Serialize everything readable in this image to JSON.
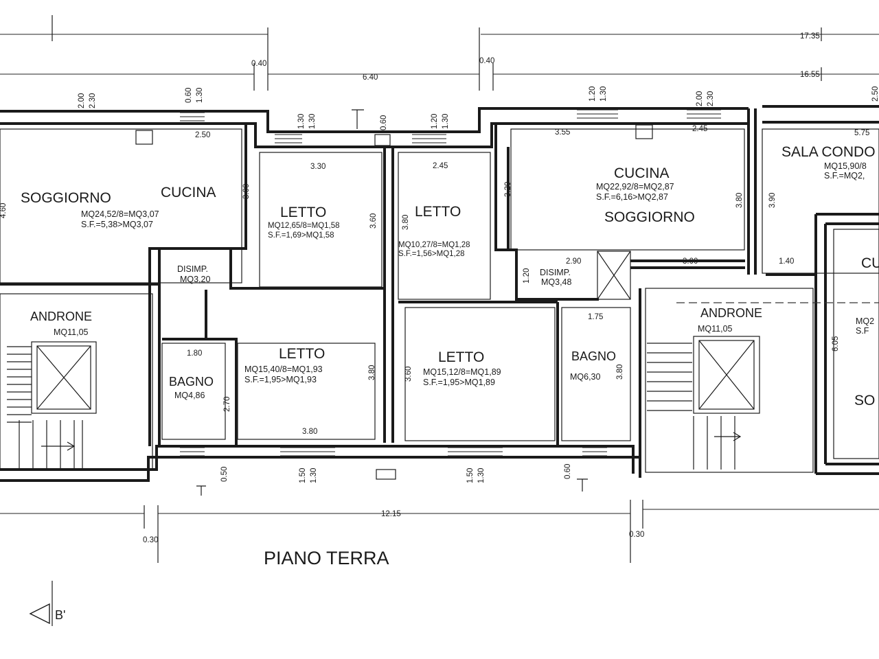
{
  "title": "PIANO TERRA",
  "section_marker": "B'",
  "rooms": [
    {
      "id": "soggiorno-left",
      "name": "SOGGIORNO"
    },
    {
      "id": "cucina-left",
      "name": "CUCINA",
      "area": "MQ24,52/8=MQ3,07",
      "sf": "S.F.=5,38>MQ3,07"
    },
    {
      "id": "letto-1",
      "name": "LETTO",
      "area": "MQ12,65/8=MQ1,58",
      "sf": "S.F.=1,69>MQ1,58"
    },
    {
      "id": "letto-2",
      "name": "LETTO",
      "area": "MQ10,27/8=MQ1,28",
      "sf": "S.F.=1,56>MQ1,28"
    },
    {
      "id": "cucina-right",
      "name": "CUCINA",
      "area": "MQ22,92/8=MQ2,87",
      "sf": "S.F.=6,16>MQ2,87",
      "extra": "SOGGIORNO"
    },
    {
      "id": "sala-condo",
      "name": "SALA CONDO",
      "area": "MQ15,90/8",
      "sf": "S.F.=MQ2,"
    },
    {
      "id": "disimp-left",
      "name": "DISIMP.",
      "area": "MQ3,20"
    },
    {
      "id": "disimp-right",
      "name": "DISIMP.",
      "area": "MQ3,48"
    },
    {
      "id": "androne-left",
      "name": "ANDRONE",
      "area": "MQ11,05"
    },
    {
      "id": "androne-right",
      "name": "ANDRONE",
      "area": "MQ11,05"
    },
    {
      "id": "bagno-left",
      "name": "BAGNO",
      "area": "MQ4,86"
    },
    {
      "id": "letto-3",
      "name": "LETTO",
      "area": "MQ15,40/8=MQ1,93",
      "sf": "S.F.=1,95>MQ1,93"
    },
    {
      "id": "letto-4",
      "name": "LETTO",
      "area": "MQ15,12/8=MQ1,89",
      "sf": "S.F.=1,95>MQ1,89"
    },
    {
      "id": "bagno-right",
      "name": "BAGNO",
      "area": "MQ6,30"
    },
    {
      "id": "cut-right-top",
      "name": "CU"
    },
    {
      "id": "cut-right-area",
      "name": "MQ2"
    },
    {
      "id": "cut-right-sf",
      "name": "S.F"
    },
    {
      "id": "cut-right-so",
      "name": "SO"
    }
  ],
  "dimensions": {
    "top_total": "17.35",
    "top_second": "16.55",
    "gap_left": "0.40",
    "gap_right": "0.40",
    "mid_span": "6.40",
    "bottom_total": "12.15",
    "bottom_left_gap": "0.30",
    "bottom_right_gap": "0.30",
    "kitchen_left_width": "2.50",
    "kitchen_left_depth": "3.00",
    "letto1_width": "3.30",
    "letto1_depth": "3.60",
    "letto2_width": "2.45",
    "letto2_depth": "3.80",
    "cucina_right_a": "3.55",
    "cucina_right_b": "2.45",
    "cucina_right_depth": "3.20",
    "cucina_right_depth2": "3.80",
    "sala_depth": "3.90",
    "sala_width": "5.75",
    "disimp_right_w": "2.90",
    "disimp_right_h": "1.20",
    "corridor_right": "3.00",
    "corridor_right2": "1.40",
    "bagno_left_w": "1.80",
    "bagno_left_h": "2.70",
    "letto3_w": "3.80",
    "letto3_h": "3.80",
    "letto4_h": "3.60",
    "bagno_right_w": "1.75",
    "bagno_right_h": "3.80",
    "androne_right_h": "6.05",
    "win_top_1a": "2.00",
    "win_top_1b": "2.30",
    "win_top_2a": "0.60",
    "win_top_2b": "1.30",
    "win_top_3a": "1.30",
    "win_top_3b": "1.30",
    "win_top_4": "0.60",
    "win_top_5a": "1.20",
    "win_top_5b": "1.30",
    "win_top_6a": "1.20",
    "win_top_6b": "1.30",
    "win_top_7a": "2.00",
    "win_top_7b": "2.30",
    "win_top_8": "2.50",
    "win_bot_1": "0.50",
    "win_bot_2a": "1.50",
    "win_bot_2b": "1.30",
    "win_bot_3a": "1.50",
    "win_bot_3b": "1.30",
    "win_bot_4": "0.60",
    "left_edge": "4.60"
  }
}
